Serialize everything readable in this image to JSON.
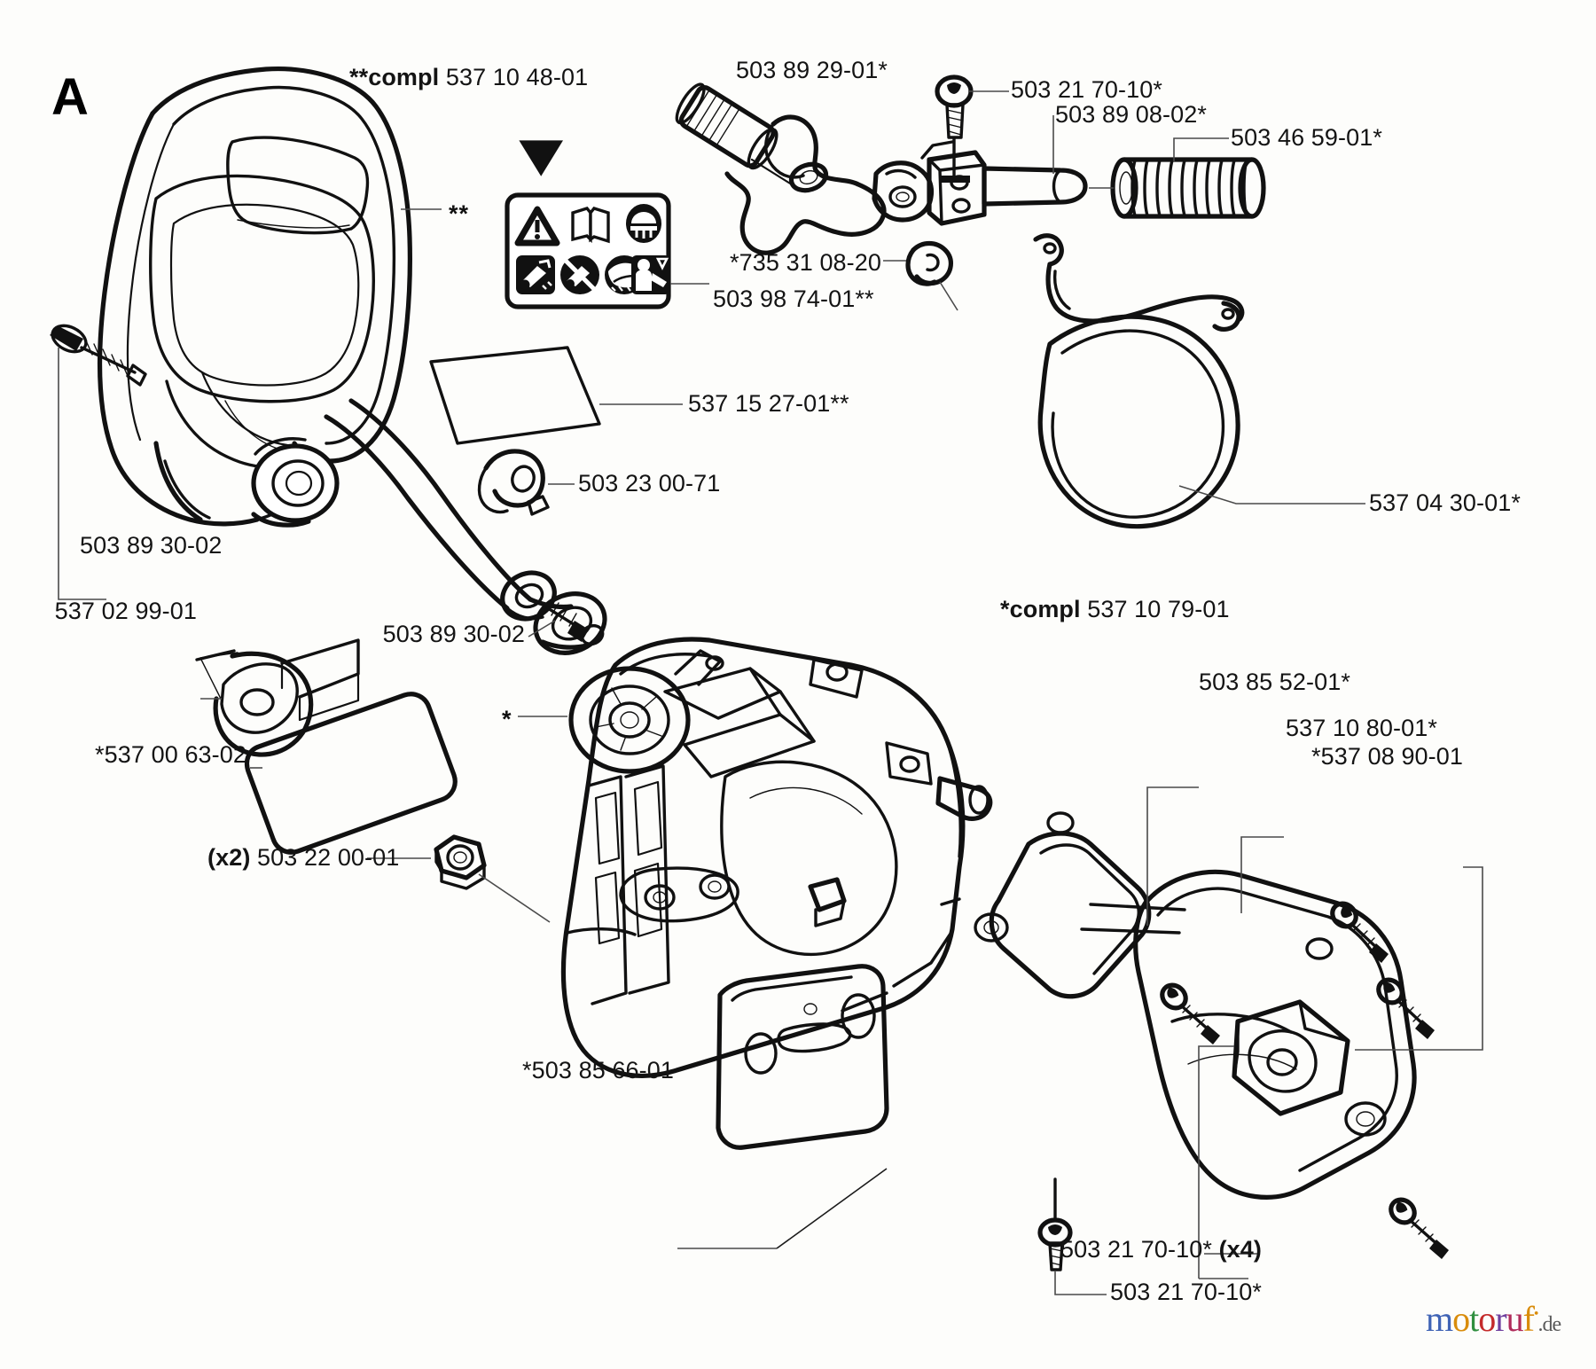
{
  "page": {
    "section_letter": "A",
    "watermark": {
      "text": "motoruf",
      "suffix": ".de"
    }
  },
  "headers": [
    {
      "id": "compl_top",
      "prefix": "**compl",
      "number": "537 10 48-01"
    },
    {
      "id": "compl_bottom",
      "prefix": "*compl",
      "number": "537 10 79-01"
    }
  ],
  "callouts": [
    {
      "id": "c01",
      "text": "503 89 29-01*"
    },
    {
      "id": "c02",
      "text": "503 21 70-10*"
    },
    {
      "id": "c03",
      "text": "503 89 08-02*"
    },
    {
      "id": "c04",
      "text": "503 46 59-01*"
    },
    {
      "id": "c05",
      "text": "*735 31 08-20"
    },
    {
      "id": "c06",
      "text": "503 98 74-01**"
    },
    {
      "id": "c07",
      "text": "537 15 27-01**"
    },
    {
      "id": "c08",
      "text": "503 23 00-71"
    },
    {
      "id": "c09",
      "text": "537 04 30-01*"
    },
    {
      "id": "c10",
      "text": "503 89 30-02"
    },
    {
      "id": "c11",
      "text": "537 02 99-01"
    },
    {
      "id": "c12",
      "text": "503 89 30-02"
    },
    {
      "id": "c13",
      "text": "*537 00 63-02"
    },
    {
      "id": "c14",
      "text": "503 85 52-01*"
    },
    {
      "id": "c15",
      "text": "537 10 80-01*"
    },
    {
      "id": "c16",
      "text": "*537 08 90-01"
    },
    {
      "id": "c17",
      "text": "*503 85 66-01"
    },
    {
      "id": "c18",
      "text": "503 21 70-10*"
    },
    {
      "id": "c19",
      "text": "503 21 70-10*"
    },
    {
      "id": "c20",
      "text": "503 22 00-01"
    }
  ],
  "quantities": {
    "nut_qty": "(x2)",
    "screw_qty": "(x4)"
  },
  "markers": {
    "double_star": "**",
    "single_star": "*"
  },
  "icons": {
    "warning_triangle": "warning-triangle-icon",
    "manual_book": "manual-book-icon",
    "helmet": "helmet-icon",
    "kickback": "kickback-icon",
    "no_one_hand": "no-one-hand-icon",
    "bar_nose": "bar-nose-contact-icon",
    "operator": "operator-warning-icon"
  }
}
